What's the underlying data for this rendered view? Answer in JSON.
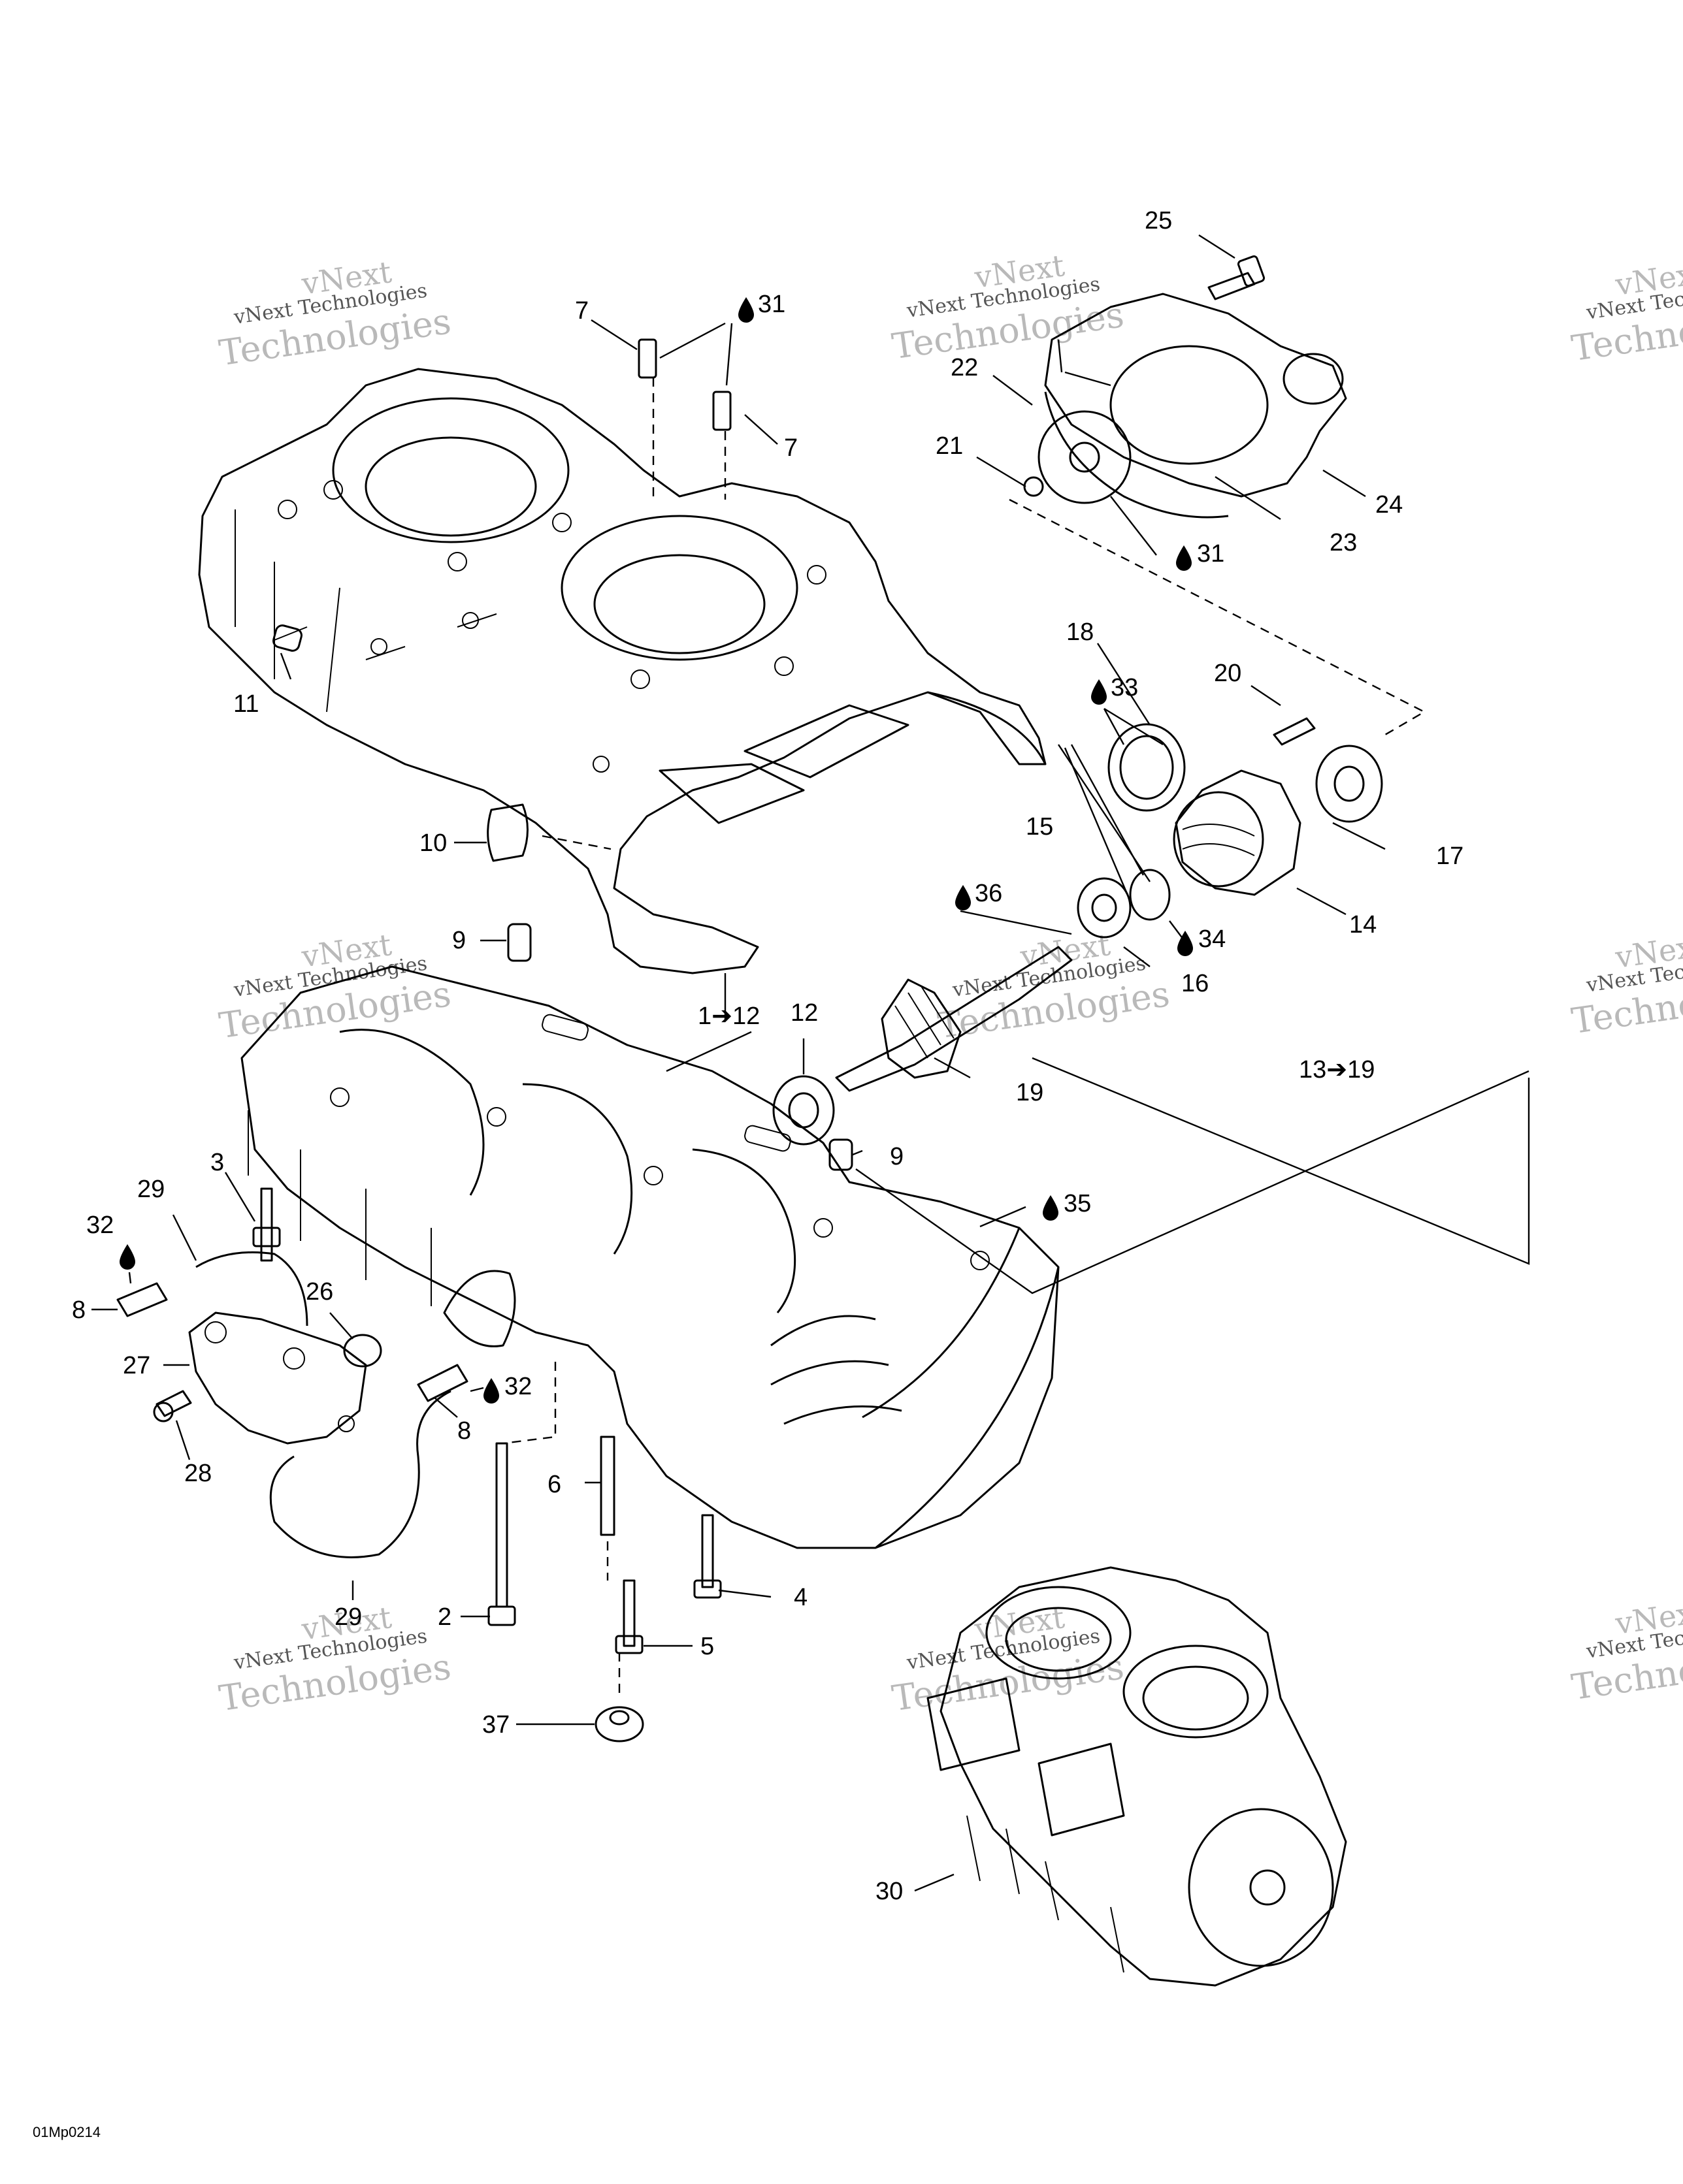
{
  "diagram_code": "01Mp0214",
  "watermark": {
    "line1": "vNext Technologies",
    "line2": "vNext",
    "line3": "Technologies"
  },
  "callouts": [
    {
      "id": "c25",
      "text": "25"
    },
    {
      "id": "c7a",
      "text": "7"
    },
    {
      "id": "c31a",
      "text": "31",
      "drop": true
    },
    {
      "id": "c7b",
      "text": "7"
    },
    {
      "id": "c22",
      "text": "22"
    },
    {
      "id": "c21",
      "text": "21"
    },
    {
      "id": "c24",
      "text": "24"
    },
    {
      "id": "c23",
      "text": "23"
    },
    {
      "id": "c31b",
      "text": "31",
      "drop": true
    },
    {
      "id": "c18",
      "text": "18"
    },
    {
      "id": "c20",
      "text": "20"
    },
    {
      "id": "c33",
      "text": "33",
      "drop": true
    },
    {
      "id": "c11",
      "text": "11"
    },
    {
      "id": "c17",
      "text": "17"
    },
    {
      "id": "c10",
      "text": "10"
    },
    {
      "id": "c15",
      "text": "15"
    },
    {
      "id": "c14",
      "text": "14"
    },
    {
      "id": "c36",
      "text": "36",
      "drop": true
    },
    {
      "id": "c34",
      "text": "34",
      "drop": true
    },
    {
      "id": "c9a",
      "text": "9"
    },
    {
      "id": "c16",
      "text": "16"
    },
    {
      "id": "c1to12",
      "text": "1➔12"
    },
    {
      "id": "c12",
      "text": "12"
    },
    {
      "id": "c13to19",
      "text": "13➔19"
    },
    {
      "id": "c19",
      "text": "19"
    },
    {
      "id": "c3",
      "text": "3"
    },
    {
      "id": "c9b",
      "text": "9"
    },
    {
      "id": "c29a",
      "text": "29"
    },
    {
      "id": "c32a",
      "text": "32"
    },
    {
      "id": "c35",
      "text": "35",
      "drop": true
    },
    {
      "id": "c8a",
      "text": "8"
    },
    {
      "id": "c26",
      "text": "26"
    },
    {
      "id": "c27",
      "text": "27"
    },
    {
      "id": "c32b",
      "text": "32",
      "drop": true
    },
    {
      "id": "c8b",
      "text": "8"
    },
    {
      "id": "c28",
      "text": "28"
    },
    {
      "id": "c6",
      "text": "6"
    },
    {
      "id": "c4",
      "text": "4"
    },
    {
      "id": "c29b",
      "text": "29"
    },
    {
      "id": "c2",
      "text": "2"
    },
    {
      "id": "c5",
      "text": "5"
    },
    {
      "id": "c37",
      "text": "37"
    },
    {
      "id": "c30",
      "text": "30"
    }
  ]
}
